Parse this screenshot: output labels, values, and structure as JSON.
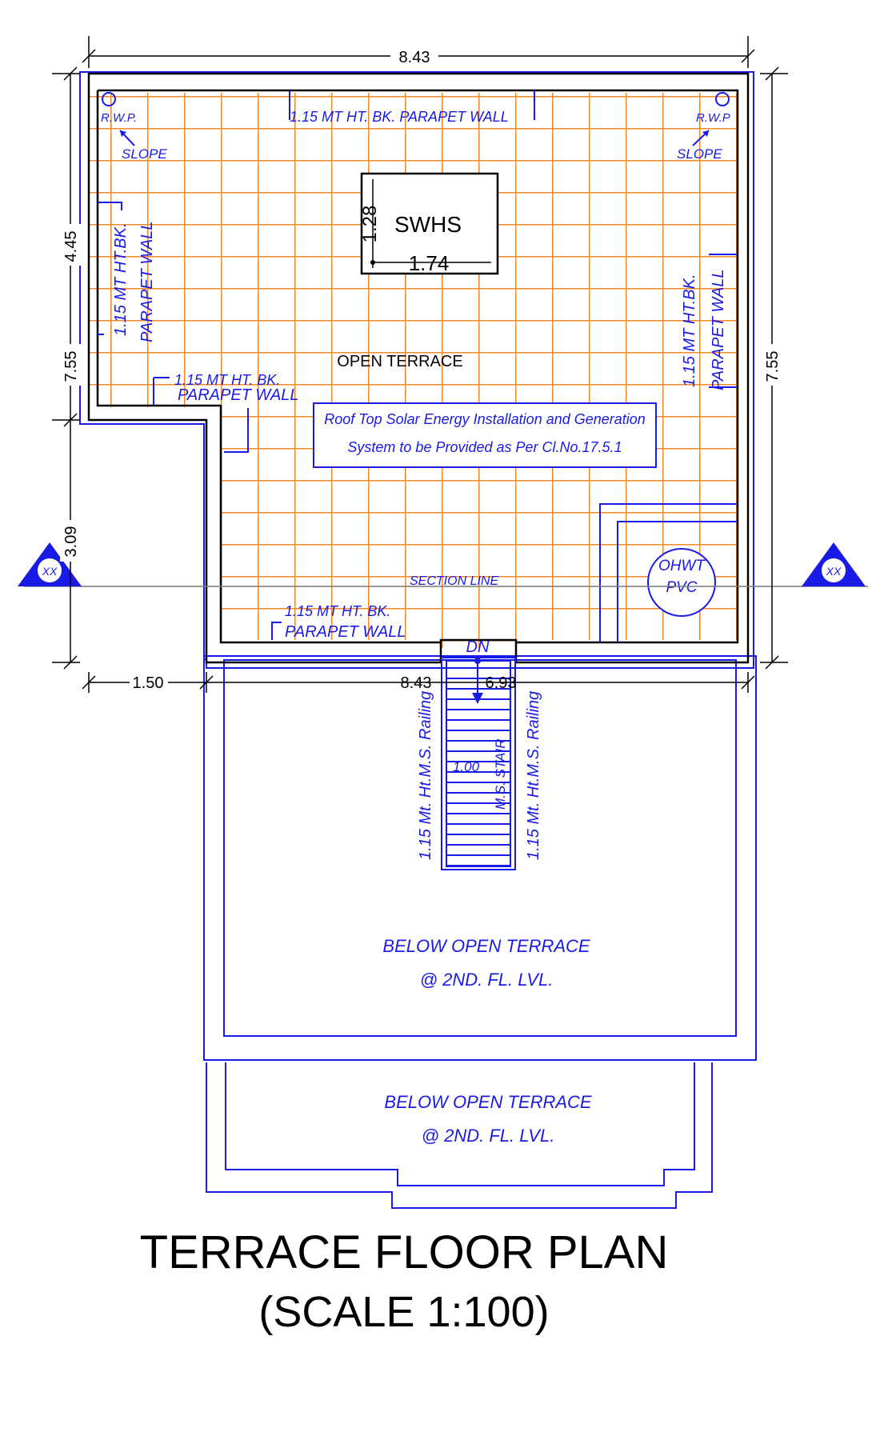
{
  "dimensions": {
    "top": "8.43",
    "left_upper": "4.45",
    "left_total": "7.55",
    "left_lower": "3.09",
    "right_total": "7.55",
    "bottom_left": "1.50",
    "bottom_total": "8.43",
    "bottom_inner": "6.93",
    "swhs_height": "1.28",
    "swhs_width": "1.74",
    "stair_width": "1.00"
  },
  "labels": {
    "rwp_left": "R.W.P.",
    "rwp_right": "R.W.P",
    "slope": "SLOPE",
    "parapet_top": "1.15 MT HT. BK. PARAPET WALL",
    "parapet_side_1": "1.15 MT HT.BK.",
    "parapet_side_2": "PARAPET WALL",
    "parapet_mid_1": "1.15 MT HT. BK.",
    "parapet_mid_2": "PARAPET WALL",
    "parapet_bottom_1": "1.15 MT HT. BK.",
    "parapet_bottom_2": "PARAPET WALL",
    "swhs": "SWHS",
    "open_terrace": "OPEN TERRACE",
    "solar_line_1": "Roof Top Solar Energy Installation and Generation",
    "solar_line_2": "System to be Provided as Per Cl.No.17.5.1",
    "section_line": "SECTION LINE",
    "section_mark": "XX",
    "ohwt_1": "OHWT",
    "ohwt_2": "PVC",
    "dn": "DN",
    "railing": "1.15 Mt. Ht.M.S. Railing",
    "ms_stair": "M.S. STAIR",
    "below_1": "BELOW  OPEN TERRACE",
    "below_2": "@ 2ND. FL. LVL."
  },
  "title": {
    "main": "TERRACE FLOOR PLAN",
    "scale": "(SCALE 1:100)"
  },
  "colors": {
    "wall": "#000000",
    "annotation": "#1a1ae6",
    "tile": "#f08a28"
  }
}
